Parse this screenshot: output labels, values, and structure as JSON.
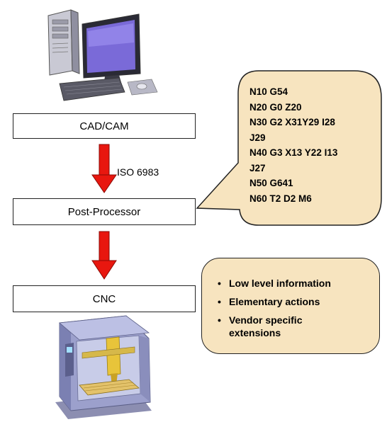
{
  "blocks": {
    "cadcam": "CAD/CAM",
    "postprocessor": "Post-Processor",
    "cnc": "CNC"
  },
  "arrow_label": "ISO 6983",
  "gcode_lines": [
    "N10 G54",
    "N20 G0 Z20",
    "N30 G2 X31Y29 I28",
    "J29",
    "N40 G3 X13 Y22 I13",
    "J27",
    "N50 G641",
    "N60 T2 D2 M6"
  ],
  "bullets": [
    "Low level information",
    "Elementary actions",
    "Vendor specific extensions"
  ],
  "icons": {
    "computer": "computer-icon",
    "machine": "cnc-machine-icon"
  },
  "colors": {
    "arrow": "#e8170f",
    "callout_fill": "#f7e4bf",
    "callout_stroke": "#222222"
  }
}
